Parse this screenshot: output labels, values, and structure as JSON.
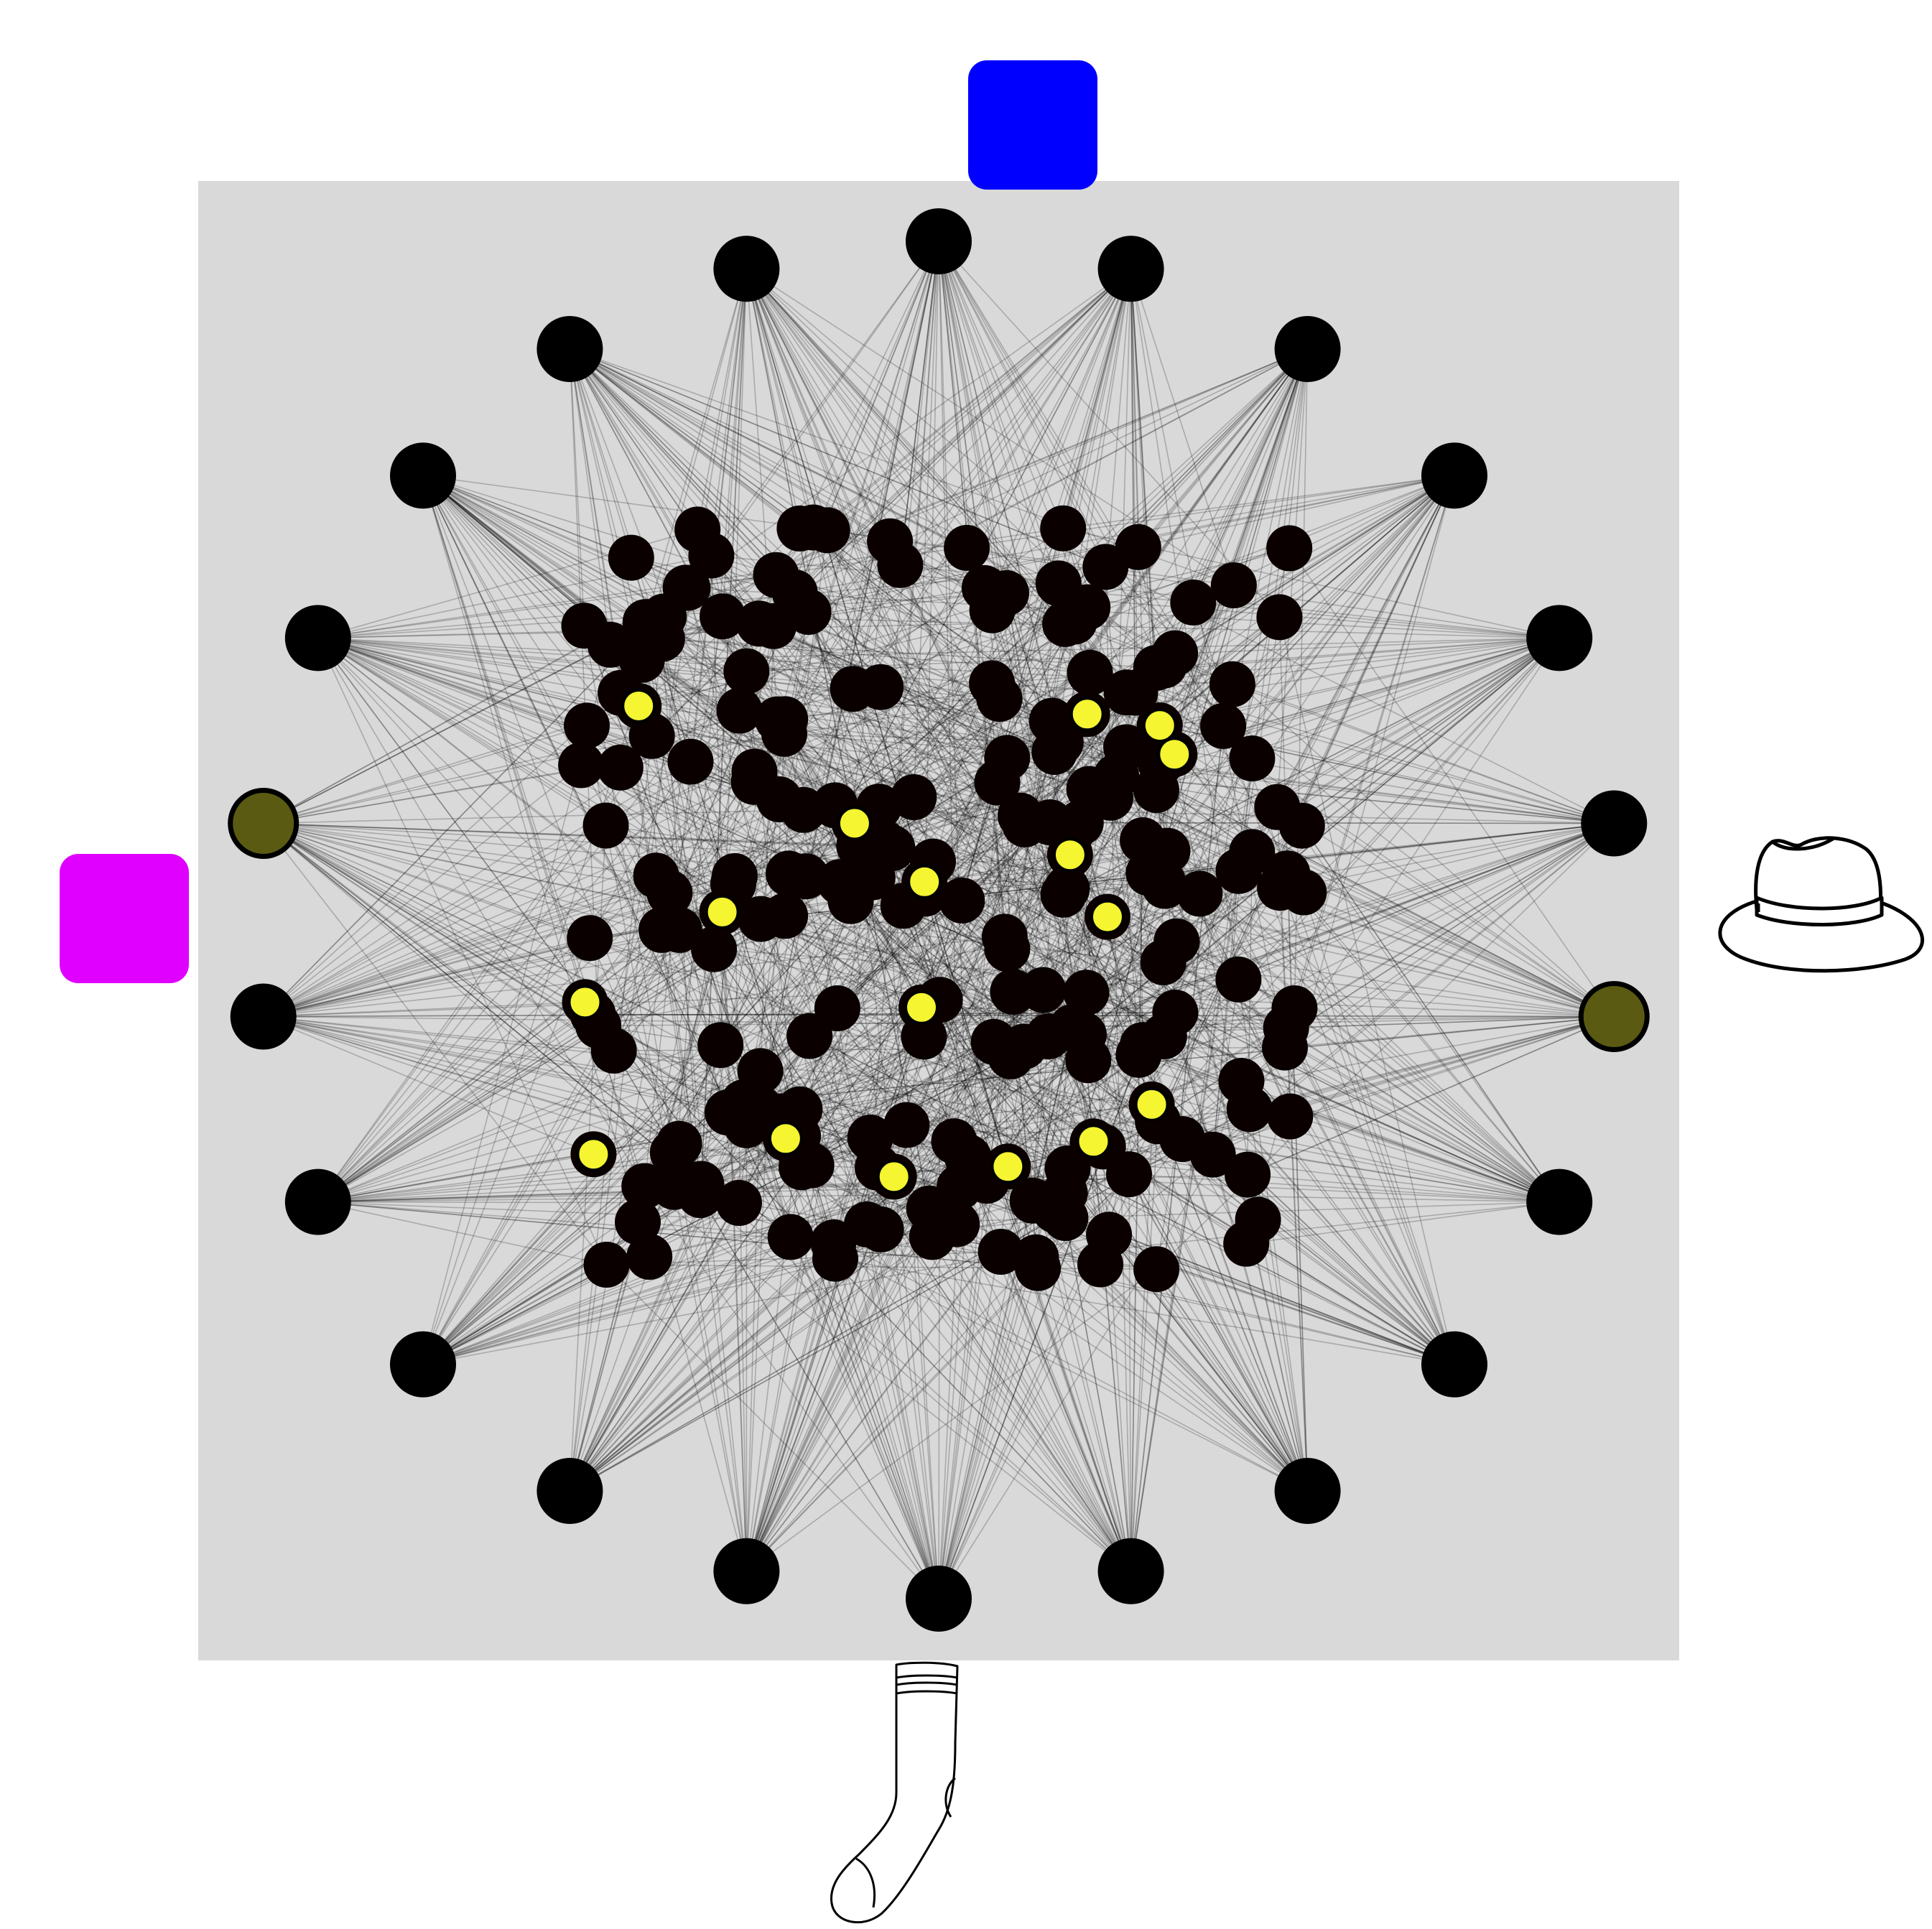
{
  "diagram": {
    "type": "network",
    "background_panel_color": "#d9d9d9",
    "outer_node_color": "#000000",
    "outer_node_count": 22,
    "highlighted_outer_node_color": "#5a5a12",
    "inner_node_color": "#0a0000",
    "inner_node_count": 230,
    "highlighted_inner_node_color": "#f5f531",
    "highlighted_inner_node_count": 17,
    "edge_color": "#000000"
  },
  "legend": {
    "top": {
      "kind": "color-square",
      "color": "#0000ff"
    },
    "left": {
      "kind": "color-square",
      "color": "#e000ff"
    },
    "right": {
      "kind": "icon",
      "icon": "hat-icon"
    },
    "bottom": {
      "kind": "icon",
      "icon": "sock-icon"
    }
  }
}
